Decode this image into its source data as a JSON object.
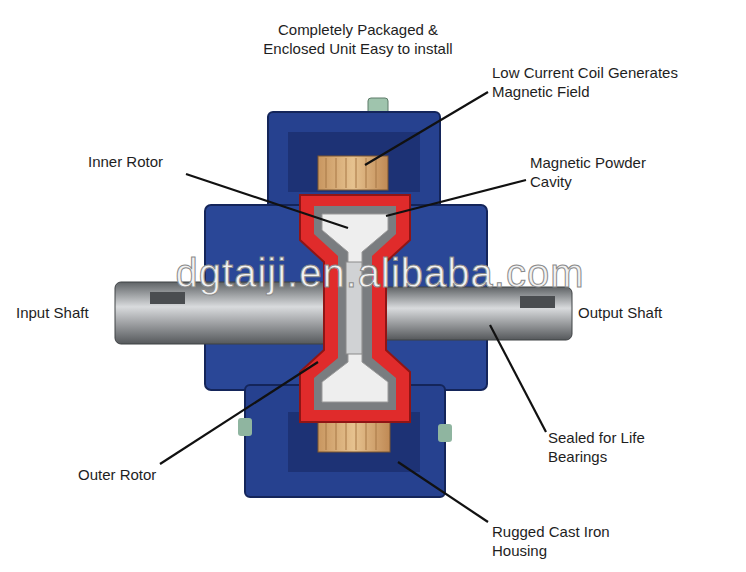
{
  "diagram": {
    "labels": [
      "Completely Packaged & Enclosed Unit Easy to install",
      "Low Current Coil Generates Magnetic Field",
      "Inner Rotor",
      "Magnetic Powder Cavity",
      "Input Shaft",
      "Output Shaft",
      "Sealed for Life Bearings",
      "Outer Rotor",
      "Rugged Cast Iron Housing",
      "dgtaiji.en.alibaba.com"
    ]
  }
}
